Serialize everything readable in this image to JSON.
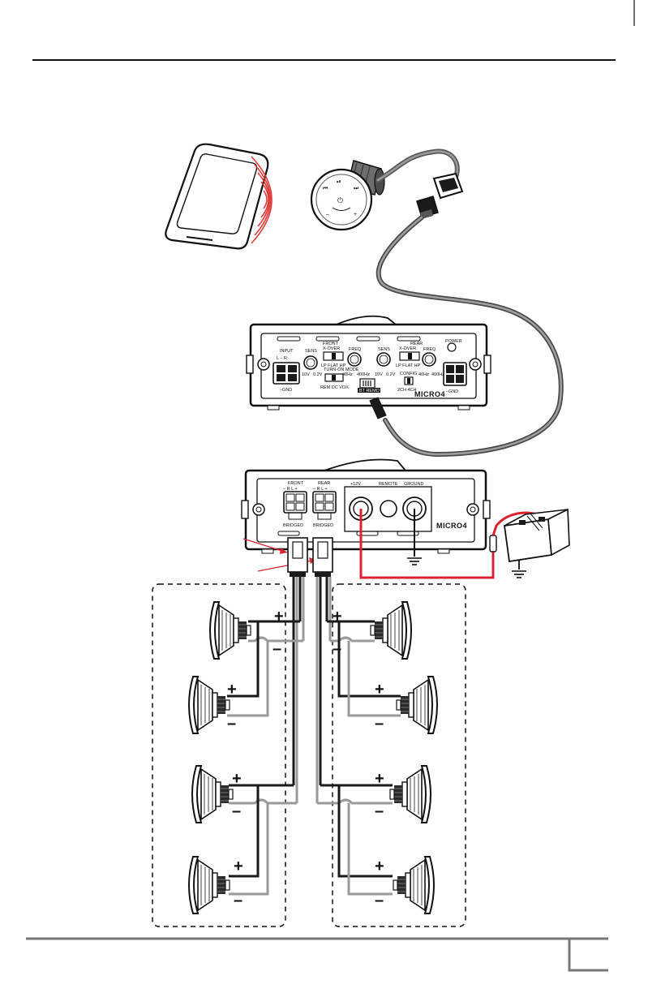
{
  "amp_top": {
    "front_label": "FRONT",
    "rear_label": "REAR",
    "power_label": "POWER",
    "input_label": "INPUT",
    "input_polarity": "L  –  R",
    "gnd_label": "–GND",
    "sens_label": "SENS",
    "sens_range_min": "10V",
    "sens_range_max": "0.2V",
    "xover_label": "X-OVER",
    "xover_options": "LP   FLAT   HP",
    "freq_label": "FREQ",
    "freq_range_min": "40Hz",
    "freq_range_max": "400Hz",
    "turnon_label": "TURN-ON MODE",
    "turnon_options": "REM  DC  VOX",
    "config_label": "CONFIG",
    "config_options": "2CH   4CH",
    "bt_label": "BT REMOTE",
    "model": "MICRO4"
  },
  "amp_bottom": {
    "front_label": "FRONT",
    "rear_label": "REAR",
    "channel_polarity": "– R   L +",
    "bridged_label": "BRIDGED",
    "power_label": "+12V",
    "remote_label": "REMOTE",
    "ground_label": "GROUND",
    "model": "MICRO4"
  },
  "polarity": {
    "plus": "+",
    "minus": "–"
  },
  "colors": {
    "power_wire": "#d9232e",
    "signal_wave": "#e03c3c",
    "wire_dark": "#1a1a1a",
    "wire_gray": "#9a9a9a"
  }
}
